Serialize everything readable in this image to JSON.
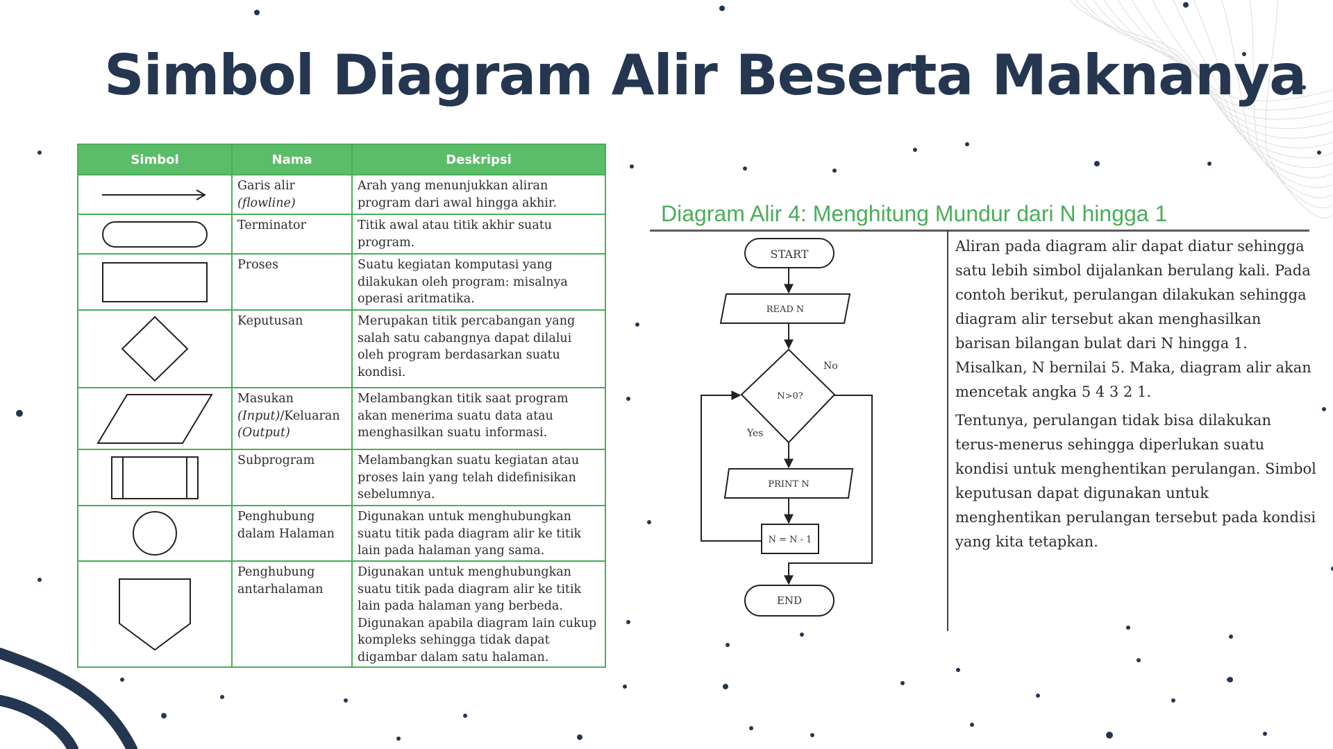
{
  "slide": {
    "title": "Simbol Diagram Alir Beserta Maknanya",
    "colors": {
      "title": "#253650",
      "table_header": "#5cbd68",
      "table_border": "#4aad59",
      "heading": "#4aad59",
      "decor": "#253650"
    }
  },
  "table": {
    "headers": [
      "Simbol",
      "Nama",
      "Deskripsi"
    ],
    "rows": [
      {
        "symbol": "arrow-icon",
        "name": "Garis alir",
        "name_sub": "(flowline)",
        "desc": "Arah yang menunjukkan aliran program dari awal hingga akhir."
      },
      {
        "symbol": "terminator-icon",
        "name": "Terminator",
        "desc": "Titik awal atau titik akhir suatu program."
      },
      {
        "symbol": "process-icon",
        "name": "Proses",
        "desc": "Suatu kegiatan komputasi yang dilakukan oleh program: misalnya operasi aritmatika."
      },
      {
        "symbol": "decision-icon",
        "name": "Keputusan",
        "desc": "Merupakan titik percabangan yang salah satu cabangnya dapat dilalui oleh program berdasarkan suatu kondisi."
      },
      {
        "symbol": "input-output-icon",
        "name": "Masukan",
        "name_input": "(Input)",
        "name_mid": "/Keluaran",
        "name_output": "(Output)",
        "desc": "Melambangkan titik saat program akan menerima suatu data atau menghasilkan suatu informasi."
      },
      {
        "symbol": "subprogram-icon",
        "name": "Subprogram",
        "desc": "Melambangkan suatu kegiatan atau proses lain yang telah didefinisikan sebelumnya."
      },
      {
        "symbol": "on-page-connector-icon",
        "name": "Penghubung dalam Halaman",
        "desc": "Digunakan untuk menghubungkan suatu titik pada diagram alir ke titik lain pada halaman yang sama."
      },
      {
        "symbol": "off-page-connector-icon",
        "name": "Penghubung antarhalaman",
        "desc": "Digunakan untuk menghubungkan suatu titik pada diagram alir ke titik lain pada halaman yang berbeda. Digunakan apabila diagram lain cukup kompleks sehingga tidak dapat digambar dalam satu halaman."
      }
    ]
  },
  "section": {
    "heading": "Diagram Alir 4: Menghitung Mundur dari N hingga 1",
    "flowchart": {
      "start": "START",
      "read": "READ N",
      "condition": "N>0?",
      "no": "No",
      "yes": "Yes",
      "print": "PRINT N",
      "update": "N = N - 1",
      "end": "END"
    },
    "paragraphs": [
      "Aliran pada diagram alir dapat diatur sehingga satu lebih simbol dijalankan berulang kali. Pada contoh berikut, perulangan dilakukan sehingga diagram alir tersebut akan menghasilkan barisan bilangan bulat dari N hingga 1. Misalkan, N bernilai 5. Maka, diagram alir akan mencetak angka 5 4 3 2 1.",
      "Tentunya, perulangan tidak bisa dilakukan terus-menerus sehingga diperlukan suatu kondisi untuk menghentikan perulangan. Simbol keputusan dapat digunakan untuk menghentikan perulangan tersebut pada kondisi yang kita tetapkan."
    ]
  }
}
